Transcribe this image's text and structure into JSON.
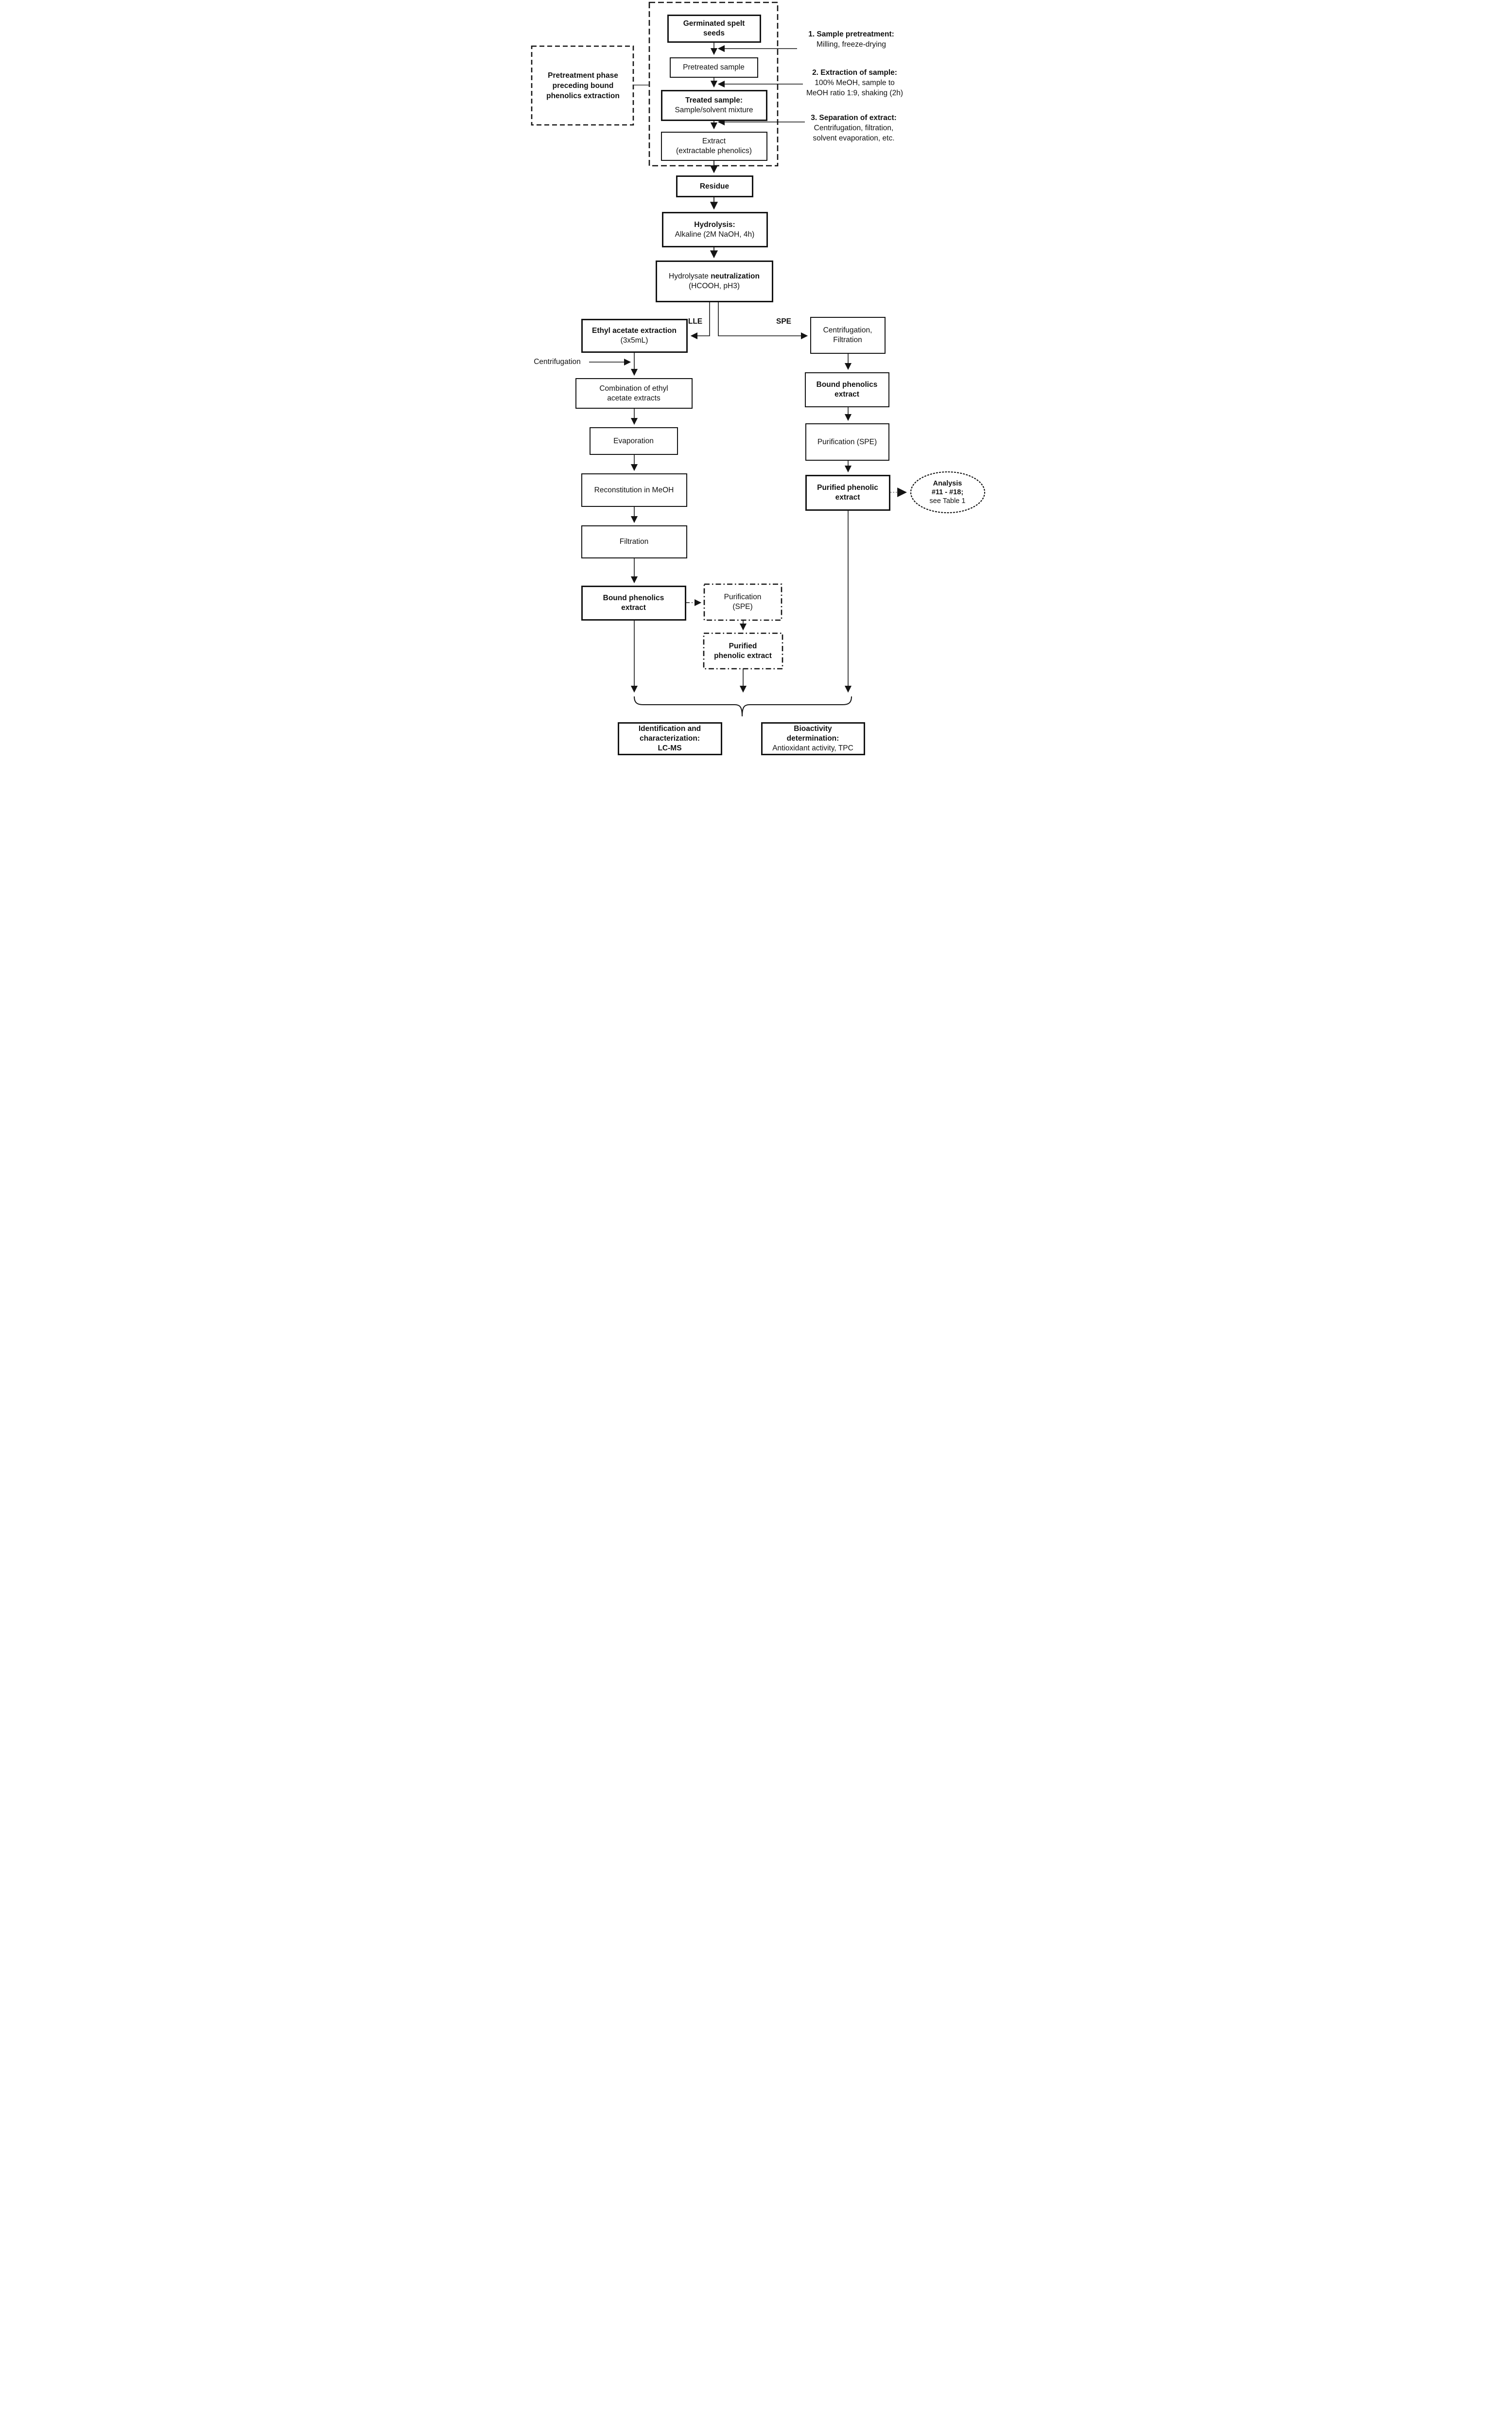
{
  "flow": {
    "colors": {
      "line": "#141414",
      "box_border": "#141414",
      "background": "#ffffff",
      "gray_connector": "#9a9a9a"
    },
    "pretreatment_note": {
      "line1": "Pretreatment phase",
      "line2": "preceding bound",
      "line3": "phenolics extraction"
    },
    "annotations": {
      "a1": {
        "title": "1. Sample pretreatment:",
        "line1": "Milling, freeze-drying"
      },
      "a2": {
        "title": "2. Extraction of sample:",
        "line1": "100% MeOH, sample to",
        "line2": "MeOH ratio 1:9, shaking (2h)"
      },
      "a3": {
        "title": "3. Separation of extract:",
        "line1": "Centrifugation, filtration,",
        "line2": "solvent evaporation, etc."
      }
    },
    "main": {
      "germinated": {
        "line1": "Germinated spelt",
        "line2": "seeds"
      },
      "pretreated": "Pretreated sample",
      "treated": {
        "bold_line": "Treated sample:",
        "line2": "Sample/solvent mixture"
      },
      "extract": {
        "line1": "Extract",
        "line2": "(extractable phenolics)"
      },
      "residue": "Residue",
      "hydrolysis": {
        "bold_line": "Hydrolysis:",
        "line2": "Alkaline (2M NaOH, 4h)"
      },
      "neutralization": {
        "pre": "Hydrolysate ",
        "bold_word": "neutralization",
        "line2": "(HCOOH, pH3)"
      }
    },
    "branch_labels": {
      "left": "LLE",
      "right": "SPE"
    },
    "left_column": {
      "ethyl": {
        "bold_line": "Ethyl acetate extraction",
        "line2": "(3x5mL)"
      },
      "centrifugation_label": "Centrifugation",
      "combination": {
        "line1": "Combination of ethyl",
        "line2": "acetate extracts"
      },
      "evaporation": "Evaporation",
      "reconstitution": "Reconstitution in MeOH",
      "filtration": "Filtration",
      "bound": {
        "line1": "Bound phenolics",
        "line2": "extract"
      }
    },
    "optional_column": {
      "purification": {
        "line1": "Purification",
        "line2": "(SPE)"
      },
      "purified": {
        "line1": "Purified",
        "line2": "phenolic extract"
      }
    },
    "right_column": {
      "centrifugation": {
        "line1": "Centrifugation,",
        "line2": "Filtration"
      },
      "bound": {
        "line1": "Bound phenolics",
        "line2": "extract"
      },
      "purification": "Purification (SPE)",
      "purified": {
        "line1": "Purified phenolic",
        "line2": "extract"
      },
      "analysis": {
        "line1": "Analysis",
        "line2": "#11 - #18;",
        "line3": "see Table 1"
      }
    },
    "outputs": {
      "identification": {
        "line1": "Identification and",
        "line2": "characterization:",
        "line3": "LC-MS"
      },
      "bioactivity": {
        "line1": "Bioactivity",
        "line2": "determination:",
        "line3": "Antioxidant activity, TPC"
      }
    }
  }
}
